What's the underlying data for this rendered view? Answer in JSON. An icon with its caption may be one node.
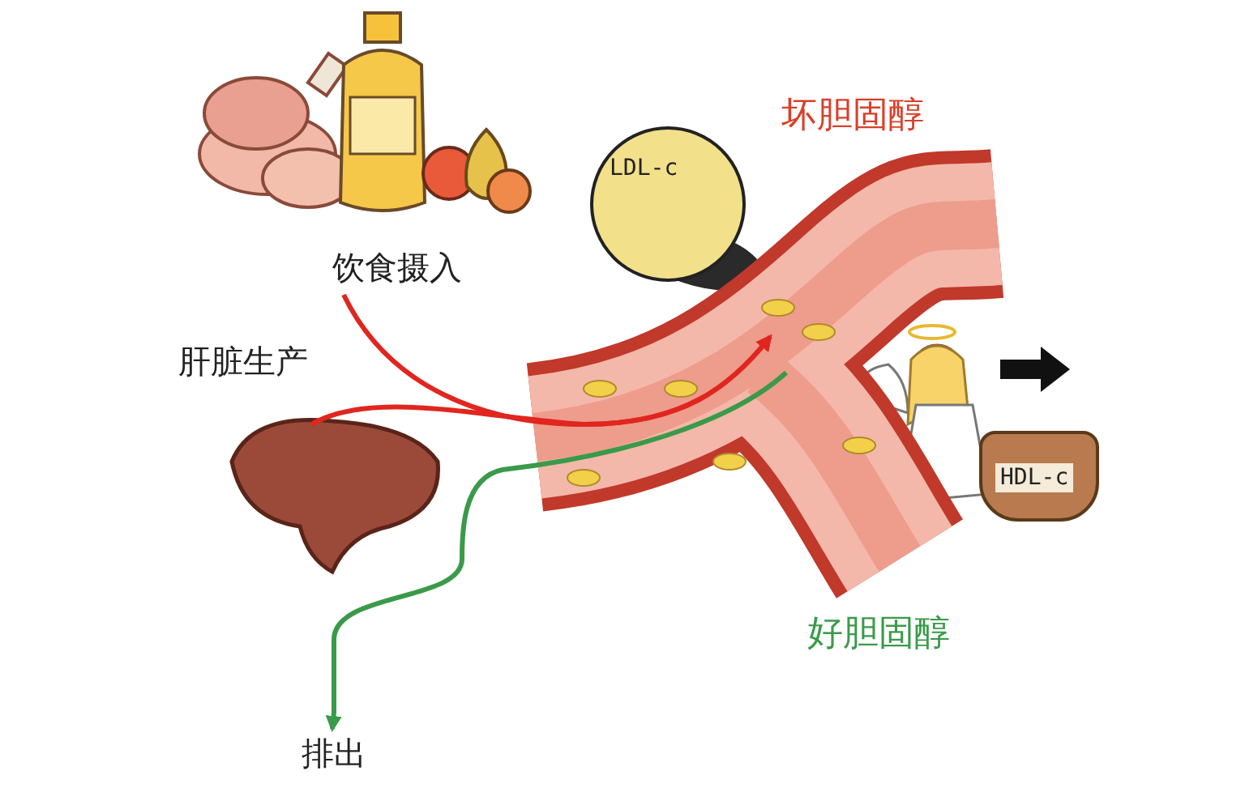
{
  "diagram": {
    "nodes": [
      {
        "text": [
          "饮食摄入"
        ]
      },
      {
        "text": [],
        "shape": "picture",
        "beside": [
          "肝脏生产"
        ]
      },
      {
        "text": [],
        "shape": "picture"
      },
      {
        "text": [
          "LDL-c"
        ]
      },
      {
        "text": [
          "HDL-c"
        ]
      },
      {
        "text": [
          "排出"
        ]
      }
    ],
    "edges": [
      {
        "from": 0,
        "to": 2,
        "arrow": "to"
      },
      {
        "from": 1,
        "to": 2,
        "arrow": "to"
      },
      {
        "from": 2,
        "to": 5,
        "arrow": "to",
        "color": "#3a9a4a"
      }
    ],
    "labels": [
      "坏胆固醇",
      "好胆固醇"
    ]
  }
}
